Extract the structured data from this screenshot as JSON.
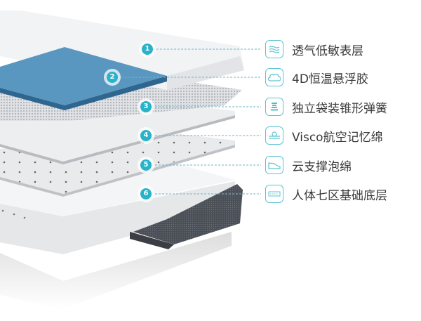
{
  "colors": {
    "accent": "#27b3c9",
    "gel": "#4f8fb8",
    "cover": "#4a4e55"
  },
  "layers": [
    {
      "number": "1",
      "label": "透气低敏表层",
      "icon": "waves-icon"
    },
    {
      "number": "2",
      "label": "4D恒温悬浮胶",
      "icon": "cloud-icon"
    },
    {
      "number": "3",
      "label": "独立袋装锥形弹簧",
      "icon": "spring-icon"
    },
    {
      "number": "4",
      "label": "Visco航空记忆绵",
      "icon": "memory-foam-icon"
    },
    {
      "number": "5",
      "label": "云支撑泡绵",
      "icon": "support-foam-icon"
    },
    {
      "number": "6",
      "label": "人体七区基础底层",
      "icon": "base-layer-icon"
    }
  ]
}
